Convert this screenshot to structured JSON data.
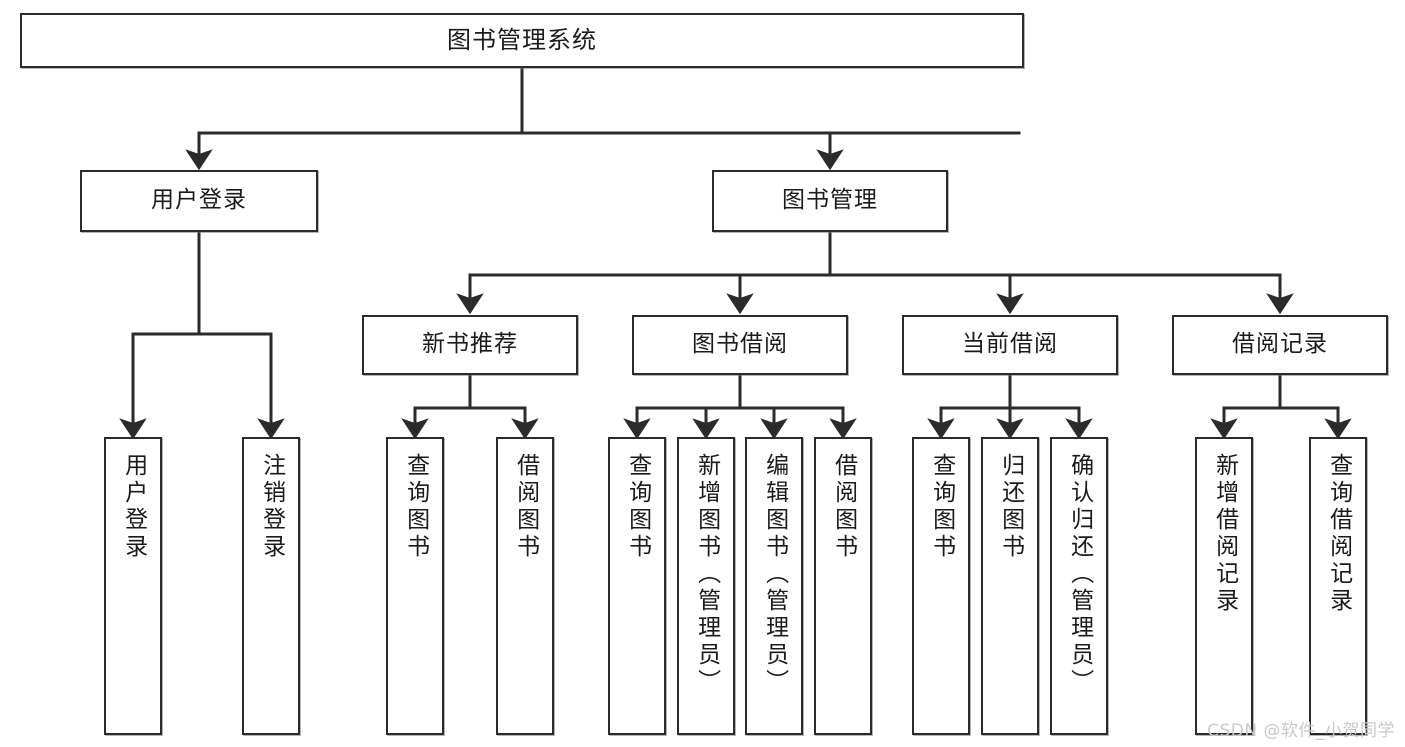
{
  "diagram": {
    "title": "图书管理系统",
    "type": "tree-hierarchy-chart",
    "orientation": "top-down",
    "root": {
      "label": "图书管理系统"
    },
    "level1": [
      {
        "id": "user-login",
        "label": "用户登录"
      },
      {
        "id": "book-manage",
        "label": "图书管理"
      }
    ],
    "level2": [
      {
        "id": "new-book-recommend",
        "label": "新书推荐",
        "parent": "book-manage"
      },
      {
        "id": "book-borrow",
        "label": "图书借阅",
        "parent": "book-manage"
      },
      {
        "id": "current-borrow",
        "label": "当前借阅",
        "parent": "book-manage"
      },
      {
        "id": "borrow-record",
        "label": "借阅记录",
        "parent": "book-manage"
      }
    ],
    "leaves": [
      {
        "id": "leaf-user-login",
        "label": "用户登录",
        "parent": "user-login"
      },
      {
        "id": "leaf-user-logout",
        "label": "注销登录",
        "parent": "user-login"
      },
      {
        "id": "leaf-query-book-1",
        "label": "查询图书",
        "parent": "new-book-recommend"
      },
      {
        "id": "leaf-borrow-book-1",
        "label": "借阅图书",
        "parent": "new-book-recommend"
      },
      {
        "id": "leaf-query-book-2",
        "label": "查询图书",
        "parent": "book-borrow"
      },
      {
        "id": "leaf-add-book",
        "label": "新增图书（管理员）",
        "parent": "book-borrow"
      },
      {
        "id": "leaf-edit-book",
        "label": "编辑图书（管理员）",
        "parent": "book-borrow"
      },
      {
        "id": "leaf-borrow-book-2",
        "label": "借阅图书",
        "parent": "book-borrow"
      },
      {
        "id": "leaf-query-book-3",
        "label": "查询图书",
        "parent": "current-borrow"
      },
      {
        "id": "leaf-return-book",
        "label": "归还图书",
        "parent": "current-borrow"
      },
      {
        "id": "leaf-confirm-return",
        "label": "确认归还（管理员）",
        "parent": "current-borrow"
      },
      {
        "id": "leaf-add-record",
        "label": "新增借阅记录",
        "parent": "borrow-record"
      },
      {
        "id": "leaf-query-record",
        "label": "查询借阅记录",
        "parent": "borrow-record"
      }
    ],
    "watermark": "CSDN @软件_小贺同学",
    "colors": {
      "stroke": "#2b2b2b",
      "fill": "#ffffff",
      "text": "#1b1b1b",
      "watermark": "#c9c9c9"
    }
  }
}
